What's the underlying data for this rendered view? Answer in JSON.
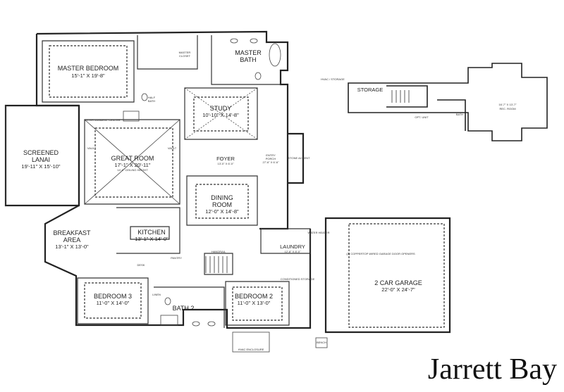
{
  "title": "Jarrett Bay",
  "rooms": {
    "master_bedroom": {
      "name": "MASTER BEDROOM",
      "dim": "15'-1\" X 19'-8\""
    },
    "master_bath": {
      "name1": "MASTER",
      "name2": "BATH"
    },
    "master_closet": {
      "name1": "MASTER",
      "name2": "CLOSET"
    },
    "study": {
      "name": "STUDY",
      "dim": "10'-10\" X 14'-8\""
    },
    "screened_lanai": {
      "name1": "SCREENED",
      "name2": "LANAI",
      "dim": "19'-11\" X 15'-10\""
    },
    "great_room": {
      "name": "GREAT ROOM",
      "dim": "17'-1\" X 20'-11\"",
      "note": "14'-0\" CEILING HEIGHT"
    },
    "foyer": {
      "name": "FOYER",
      "dim": "13'-0\" X 6'-0\""
    },
    "entry_porch": {
      "name1": "ENTRY",
      "name2": "PORCH",
      "dim": "27'-6\" X 6'-6\""
    },
    "dining_room": {
      "name1": "DINING",
      "name2": "ROOM",
      "dim": "12'-0\" X 14'-8\""
    },
    "breakfast_area": {
      "name1": "BREAKFAST",
      "name2": "AREA",
      "dim": "13'-1\" X 13'-0\""
    },
    "kitchen": {
      "name": "KITCHEN",
      "dim": "13'-1\" X 14'-0\""
    },
    "laundry": {
      "name": "LAUNDRY",
      "dim": "12'-8\" X 8'-0\""
    },
    "bedroom3": {
      "name": "BEDROOM 3",
      "dim": "11'-0\" X 14'-0\""
    },
    "bath2": {
      "name": "BATH 2"
    },
    "bedroom2": {
      "name": "BEDROOM 2",
      "dim": "11'-0\" X 13'-0\""
    },
    "garage": {
      "name": "2 CAR GARAGE",
      "dim": "22'-0\" X 24'-7\""
    },
    "storage": {
      "name": "STORAGE"
    },
    "hvac_storage": {
      "name": "HVAC / STORAGE"
    },
    "rec_room": {
      "dim": "16'-7\" X 13'-7\"",
      "name": "REC. ROOM"
    },
    "upper_bath": {
      "name": "BATH"
    },
    "half_bath": {
      "name1": "HALF",
      "name2": "BATH"
    }
  },
  "notes": {
    "ent_center": "ENTERTAINMENT CENTER",
    "vault1": "VAULT",
    "vault2": "VAULT",
    "handrail": "HANDRAIL",
    "pantry": "PANTRY",
    "conditioned_storage": "CONDITIONED STORAGE",
    "hvac_enclosure": "HVAC ENCLOSURE",
    "water_heater": "WATER HEATER",
    "garage_note": "(2) COPPERTOP WIRED GARAGE DOOR OPENERS",
    "bench": "BENCH",
    "stone_accent": "STONE ACCENT",
    "desk": "DESK",
    "linen": "LINEN",
    "opt_unit": "OPT. UNIT"
  }
}
